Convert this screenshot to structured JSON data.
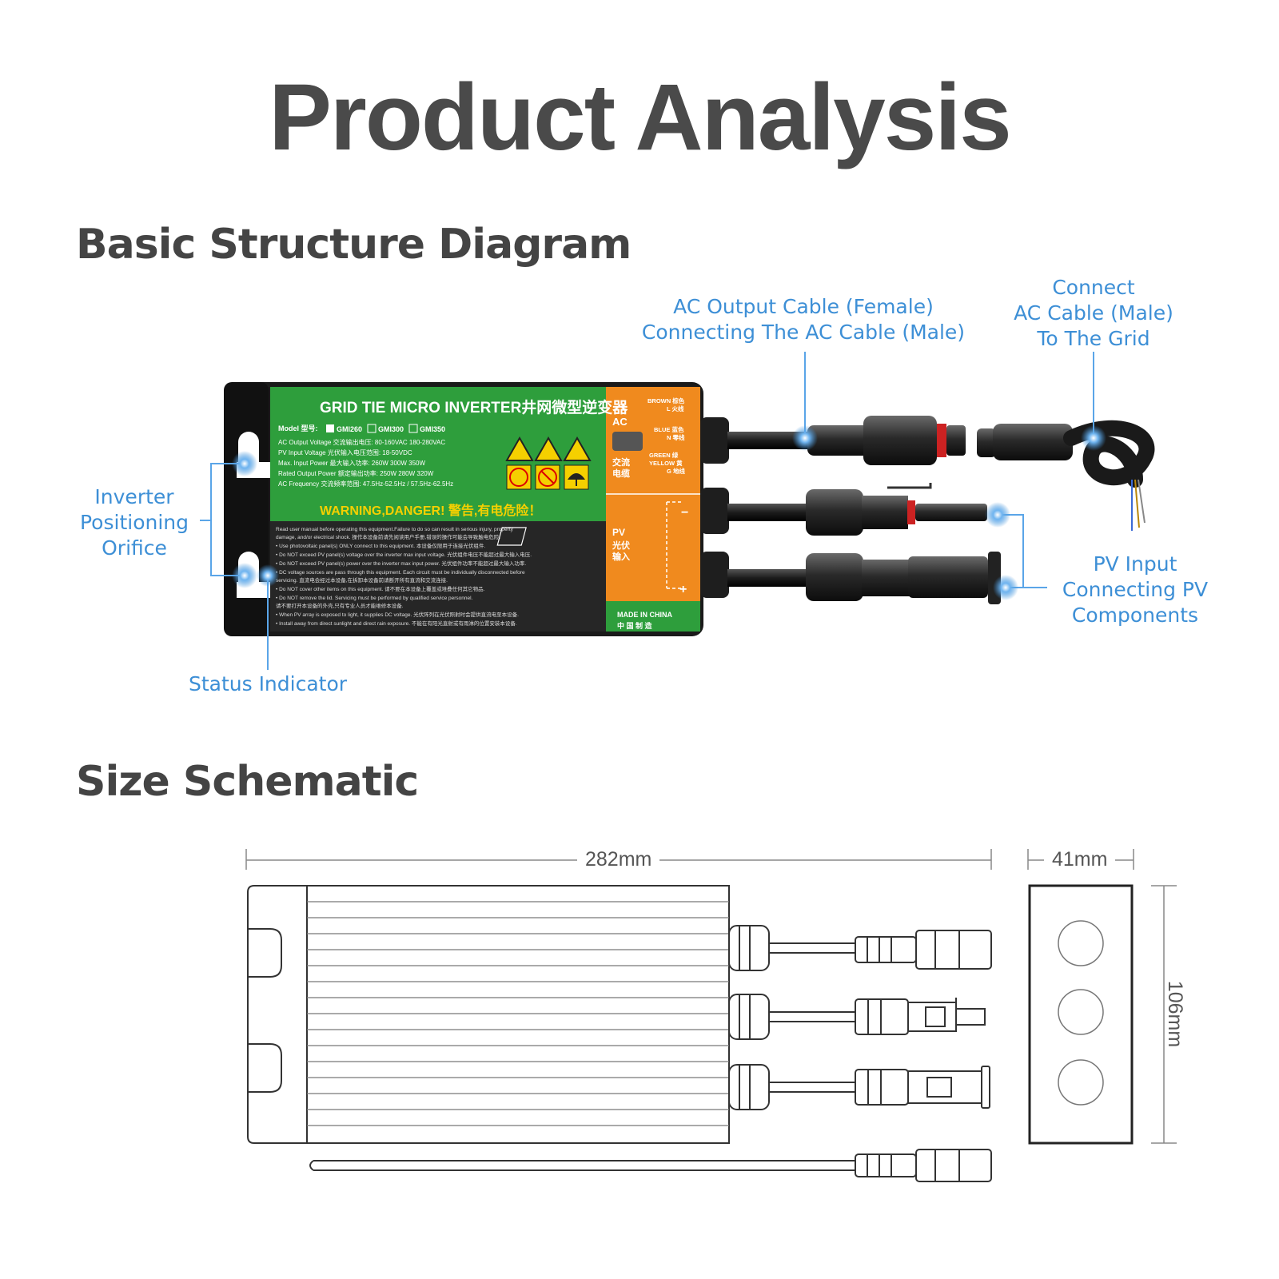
{
  "title": "Product Analysis",
  "sections": {
    "structure": "Basic Structure Diagram",
    "size": "Size Schematic"
  },
  "callouts": {
    "ac_output": [
      "AC Output Cable (Female)",
      "Connecting The AC Cable (Male)"
    ],
    "grid": [
      "Connect",
      "AC Cable (Male)",
      "To The Grid"
    ],
    "positioning": [
      "Inverter",
      "Positioning",
      "Orifice"
    ],
    "pv_input": [
      "PV Input",
      "Connecting PV",
      "Components"
    ],
    "status": "Status Indicator"
  },
  "label": {
    "brand": "GRID TIE MICRO INVERTER井网微型逆变器",
    "model": "Model 型号:",
    "model_options": [
      "GMI260",
      "GMI300",
      "GMI350"
    ],
    "spec_lines": [
      "AC Output Voltage 交流输出电压:  80-160VAC   180-280VAC",
      "PV Input Voltage 光伏输入电压范围: 18-50VDC",
      "Max. Input Power 最大输入功率:  260W  300W  350W",
      "Rated Output Power 额定输出功率:  250W  280W  320W",
      "AC Frequency 交流频率范围: 47.5Hz-52.5Hz / 57.5Hz-62.5Hz"
    ],
    "warning": "WARNING,DANGER! 警告,有电危险！",
    "warning_lines": [
      "Read user manual before operating this equipment.Failure to do so can result in serious injury, property",
      "damage, and/or electrical shock. 操作本设备前请先阅读用户手册,错误的操作可能会导致触电危险!",
      "• Use photovoltaic panel(s) ONLY connect to this equipment. 本设备仅限用于连接光伏组件.",
      "• Do NOT exceed PV panel(s) voltage over the inverter max input voltage. 光伏组件电压不能超过最大输入电压.",
      "• Do NOT exceed PV panel(s) power over the inverter max input power. 光伏组件功率不能超过最大输入功率.",
      "• DC voltage sources are pass through this equipment. Each circuit must be individually disconnected before",
      "servicing. 直流电会经过本设备,在拆卸本设备前请断开所有直流和交流连接.",
      "• Do NOT cover other items on this equipment. 请不要在本设备上覆盖或堆叠任何其它物品.",
      "• Do NOT remove the lid. Servicing must be performed by qualified service personnel.",
      "请不要打开本设备的外壳,只有专业人员才能维修本设备.",
      "• When PV array is exposed to light, it supplies DC voltage. 光伏阵列在光伏照射时会提供直流电至本设备.",
      "• Install away from direct sunlight and direct rain exposure. 不能在有阳光直射或有雨淋的位置安装本设备."
    ],
    "ac": "AC",
    "ac_cn": [
      "交流",
      "电缆"
    ],
    "wires": [
      [
        "BROWN 棕色",
        "L 火线"
      ],
      [
        "BLUE 蓝色",
        "N 零线"
      ],
      [
        "GREEN 绿",
        "YELLOW 黄",
        "G 地线"
      ]
    ],
    "pv": "PV",
    "pv_cn": [
      "光伏",
      "输入"
    ],
    "minus": "−",
    "plus": "+",
    "made_in": "MADE IN CHINA",
    "made_in_cn": "中 国 制 造"
  },
  "dimensions": {
    "length": "282mm",
    "width": "41mm",
    "height": "106mm"
  },
  "colors": {
    "callout": "#3d8fd6",
    "label_green": "#2e9e3c",
    "label_orange": "#f08a1e",
    "body_black": "#1a1a1a"
  }
}
